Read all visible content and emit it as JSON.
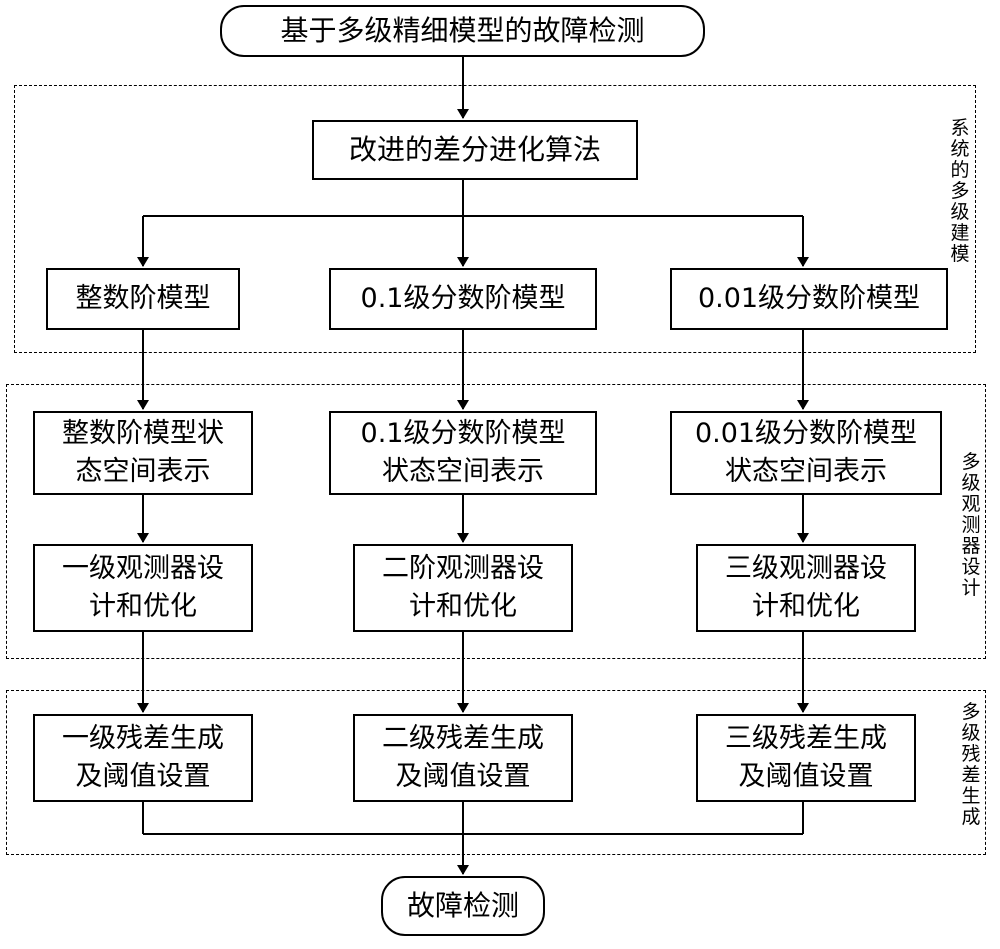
{
  "diagram": {
    "top": "基于多级精细模型的故障检测",
    "algorithm": "改进的差分进化算法",
    "group_labels": {
      "modeling": "系统的多级建模",
      "observer": "多级观测器设计",
      "residual": "多级残差生成"
    },
    "models": [
      "整数阶模型",
      "0.1级分数阶模型",
      "0.01级分数阶模型"
    ],
    "state_space": [
      [
        "整数阶模型状",
        "态空间表示"
      ],
      [
        "0.1级分数阶模型",
        "状态空间表示"
      ],
      [
        "0.01级分数阶模型",
        "状态空间表示"
      ]
    ],
    "observers": [
      [
        "一级观测器设",
        "计和优化"
      ],
      [
        "二阶观测器设",
        "计和优化"
      ],
      [
        "三级观测器设",
        "计和优化"
      ]
    ],
    "residuals": [
      [
        "一级残差生成",
        "及阈值设置"
      ],
      [
        "二级残差生成",
        "及阈值设置"
      ],
      [
        "三级残差生成",
        "及阈值设置"
      ]
    ],
    "bottom": "故障检测"
  }
}
